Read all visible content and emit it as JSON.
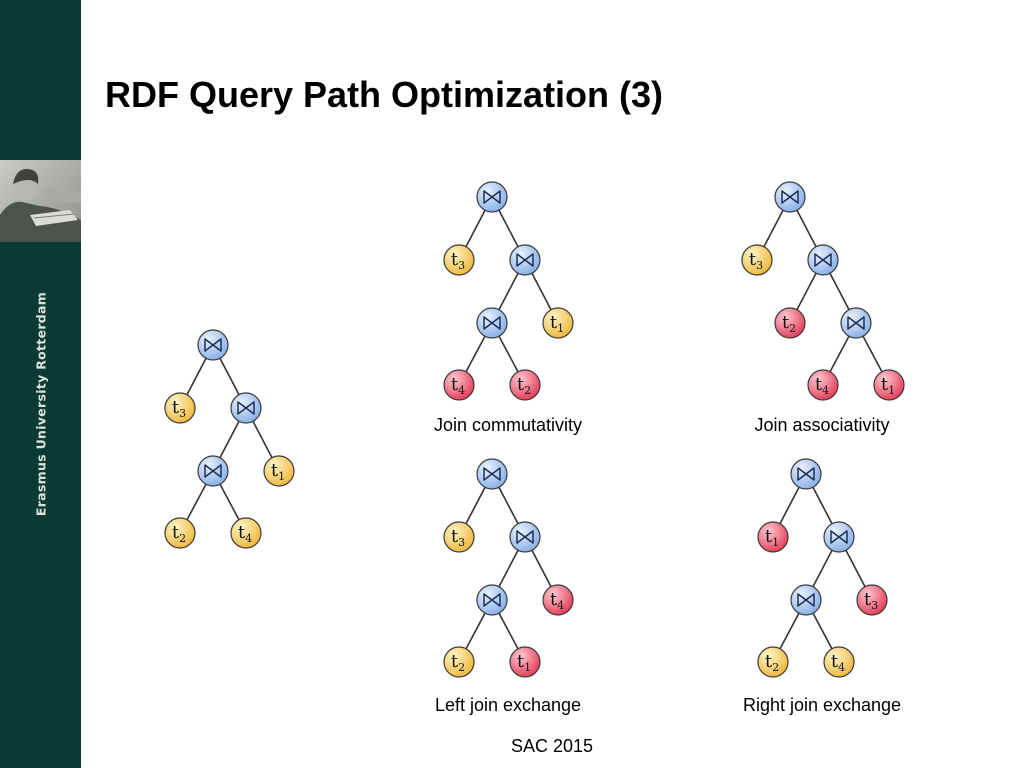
{
  "sidebar": {
    "university": "Erasmus University Rotterdam"
  },
  "slide": {
    "title": "RDF Query Path Optimization (3)",
    "footer": "SAC 2015"
  },
  "colors": {
    "sidebar": "#0b3a34",
    "join": "#a9c6f2",
    "yellow": "#f5cc5a",
    "red": "#e8475e",
    "edge": "#333333"
  },
  "join_symbol": "⋈",
  "trees": [
    {
      "id": "original",
      "caption": "",
      "left": "t3",
      "left_color": "yellow",
      "mid": "t1",
      "mid_color": "yellow",
      "bl": "t2",
      "bl_color": "yellow",
      "br": "t4",
      "br_color": "yellow"
    },
    {
      "id": "commutativity",
      "caption": "Join commutativity",
      "left": "t3",
      "left_color": "yellow",
      "mid": "t1",
      "mid_color": "yellow",
      "bl": "t4",
      "bl_color": "red",
      "br": "t2",
      "br_color": "red"
    },
    {
      "id": "associativity",
      "caption": "Join associativity",
      "left": "t3",
      "left_color": "yellow",
      "mid": "t2",
      "mid_color": "red",
      "bl": "t4",
      "bl_color": "red",
      "br": "t1",
      "br_color": "red",
      "variant": "right-deep"
    },
    {
      "id": "left-exchange",
      "caption": "Left join exchange",
      "left": "t3",
      "left_color": "yellow",
      "mid": "t4",
      "mid_color": "red",
      "bl": "t2",
      "bl_color": "yellow",
      "br": "t1",
      "br_color": "red"
    },
    {
      "id": "right-exchange",
      "caption": "Right join exchange",
      "left": "t1",
      "left_color": "red",
      "mid": "t3",
      "mid_color": "red",
      "bl": "t2",
      "bl_color": "yellow",
      "br": "t4",
      "br_color": "yellow"
    }
  ]
}
